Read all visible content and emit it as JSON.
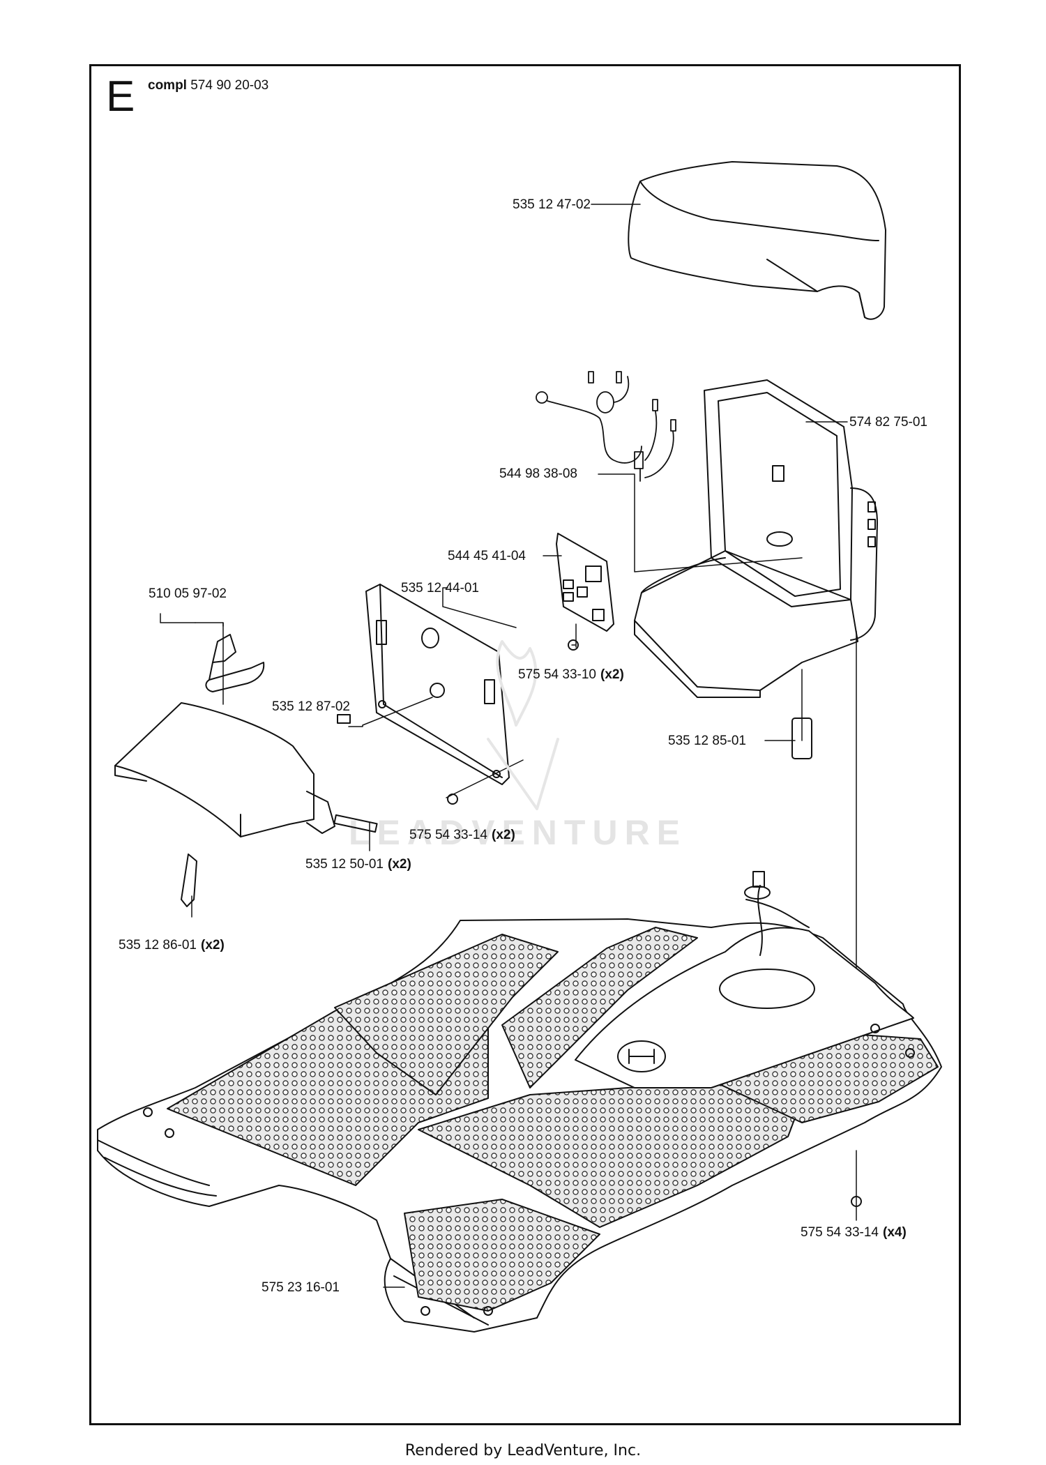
{
  "diagram": {
    "section_letter": "E",
    "assembly": {
      "prefix": "compl",
      "number": "574 90 20-03"
    },
    "watermark": "LEADVENTURE",
    "footer": "Rendered by LeadVenture, Inc.",
    "parts": [
      {
        "id": "cover",
        "number": "535 12 47-02",
        "qty": ""
      },
      {
        "id": "housing",
        "number": "574 82 75-01",
        "qty": ""
      },
      {
        "id": "cable-harness",
        "number": "544 98 38-08",
        "qty": ""
      },
      {
        "id": "circuit-board",
        "number": "544 45 41-04",
        "qty": ""
      },
      {
        "id": "back-plate",
        "number": "535 12 44-01",
        "qty": ""
      },
      {
        "id": "bracket-set",
        "number": "510 05 97-02",
        "qty": ""
      },
      {
        "id": "board-screw",
        "number": "575 54 33-10",
        "qty": "(x2)"
      },
      {
        "id": "pin",
        "number": "535 12 87-02",
        "qty": ""
      },
      {
        "id": "connector",
        "number": "535 12 85-01",
        "qty": ""
      },
      {
        "id": "plate-screw",
        "number": "575 54 33-14",
        "qty": "(x2)"
      },
      {
        "id": "guide-pin",
        "number": "535 12 50-01",
        "qty": "(x2)"
      },
      {
        "id": "clip",
        "number": "535 12 86-01",
        "qty": "(x2)"
      },
      {
        "id": "base-screw",
        "number": "575 54 33-14",
        "qty": "(x4)"
      },
      {
        "id": "base-plate",
        "number": "575 23 16-01",
        "qty": ""
      }
    ]
  }
}
